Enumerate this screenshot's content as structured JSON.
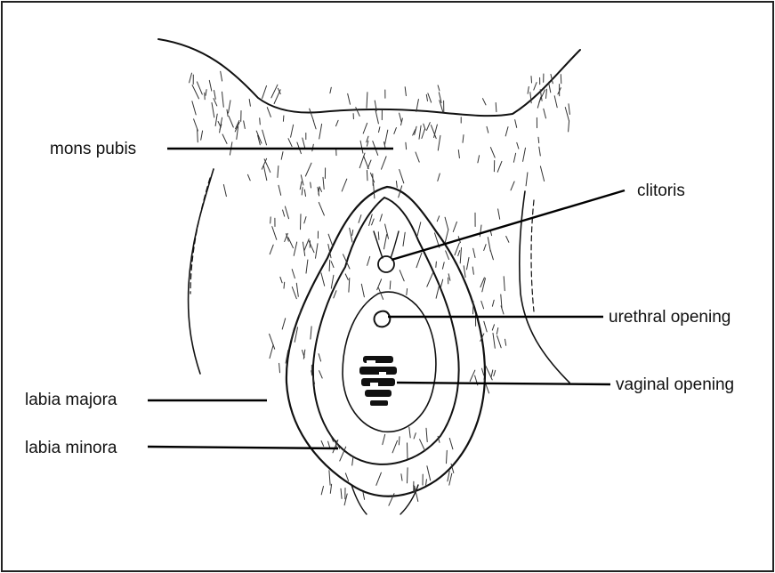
{
  "diagram": {
    "labels": {
      "mons_pubis": "mons pubis",
      "clitoris": "clitoris",
      "urethral_opening": "urethral opening",
      "vaginal_opening": "vaginal opening",
      "labia_majora": "labia majora",
      "labia_minora": "labia minora"
    }
  }
}
